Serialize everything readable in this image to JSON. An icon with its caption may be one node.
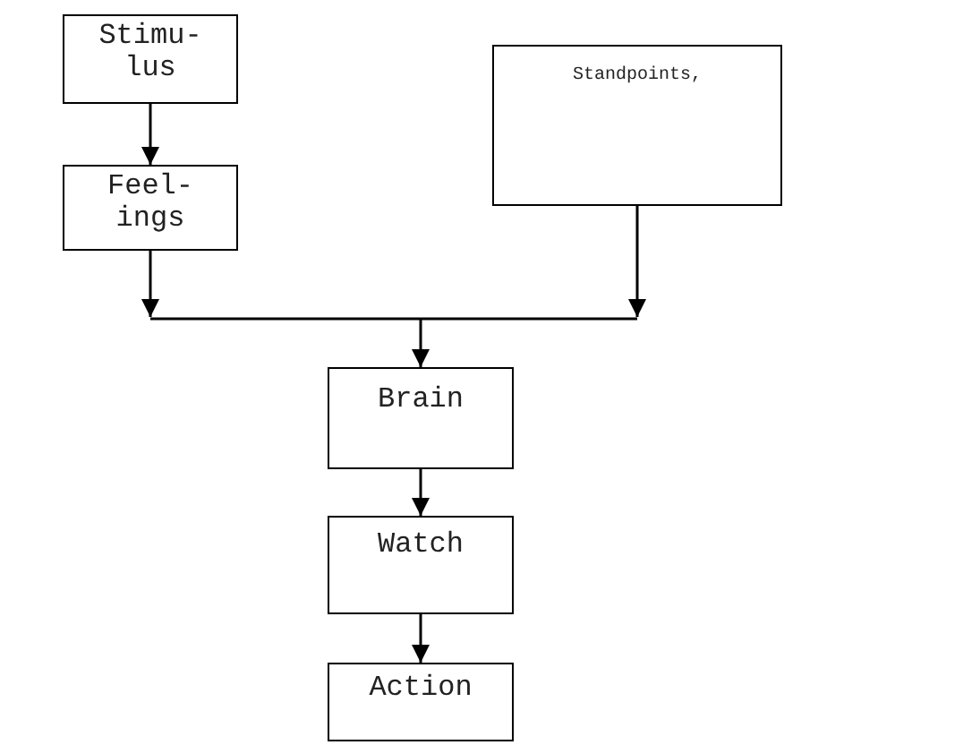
{
  "diagram": {
    "nodes": [
      {
        "text": [
          "Stimu- lus"
        ]
      },
      {
        "text": [
          "Feel- ings"
        ]
      },
      {
        "text": [
          "Standpoints,"
        ]
      },
      {
        "text": [
          "Brain"
        ]
      },
      {
        "text": [
          "Watch"
        ]
      },
      {
        "text": [
          "Action"
        ]
      }
    ],
    "edges": [
      {
        "from": 0,
        "to": 1,
        "arrow": "to"
      },
      {
        "from": 1,
        "to": 3,
        "arrow": "to"
      },
      {
        "from": 2,
        "to": 3,
        "arrow": "to"
      },
      {
        "from": 3,
        "to": 4,
        "arrow": "to"
      },
      {
        "from": 4,
        "to": 5,
        "arrow": "to"
      }
    ]
  }
}
